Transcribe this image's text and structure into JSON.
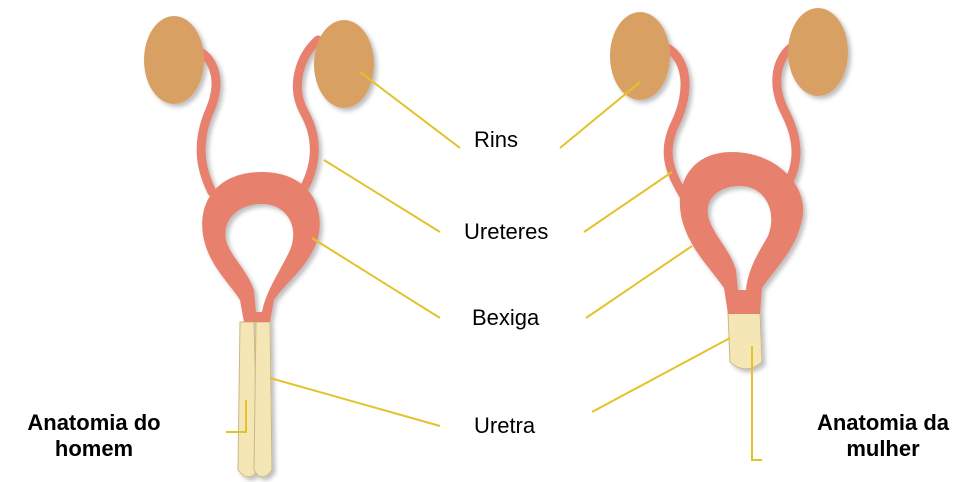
{
  "labels": {
    "rins": "Rins",
    "ureteres": "Ureteres",
    "bexiga": "Bexiga",
    "uretra": "Uretra"
  },
  "titles": {
    "male_line1": "Anatomia do",
    "male_line2": "homem",
    "female_line1": "Anatomia da",
    "female_line2": "mulher"
  },
  "colors": {
    "kidney": "#d9a064",
    "organ": "#e8806e",
    "urethra": "#f5e7b5",
    "leader_line": "#e3c22a",
    "background": "#ffffff"
  }
}
